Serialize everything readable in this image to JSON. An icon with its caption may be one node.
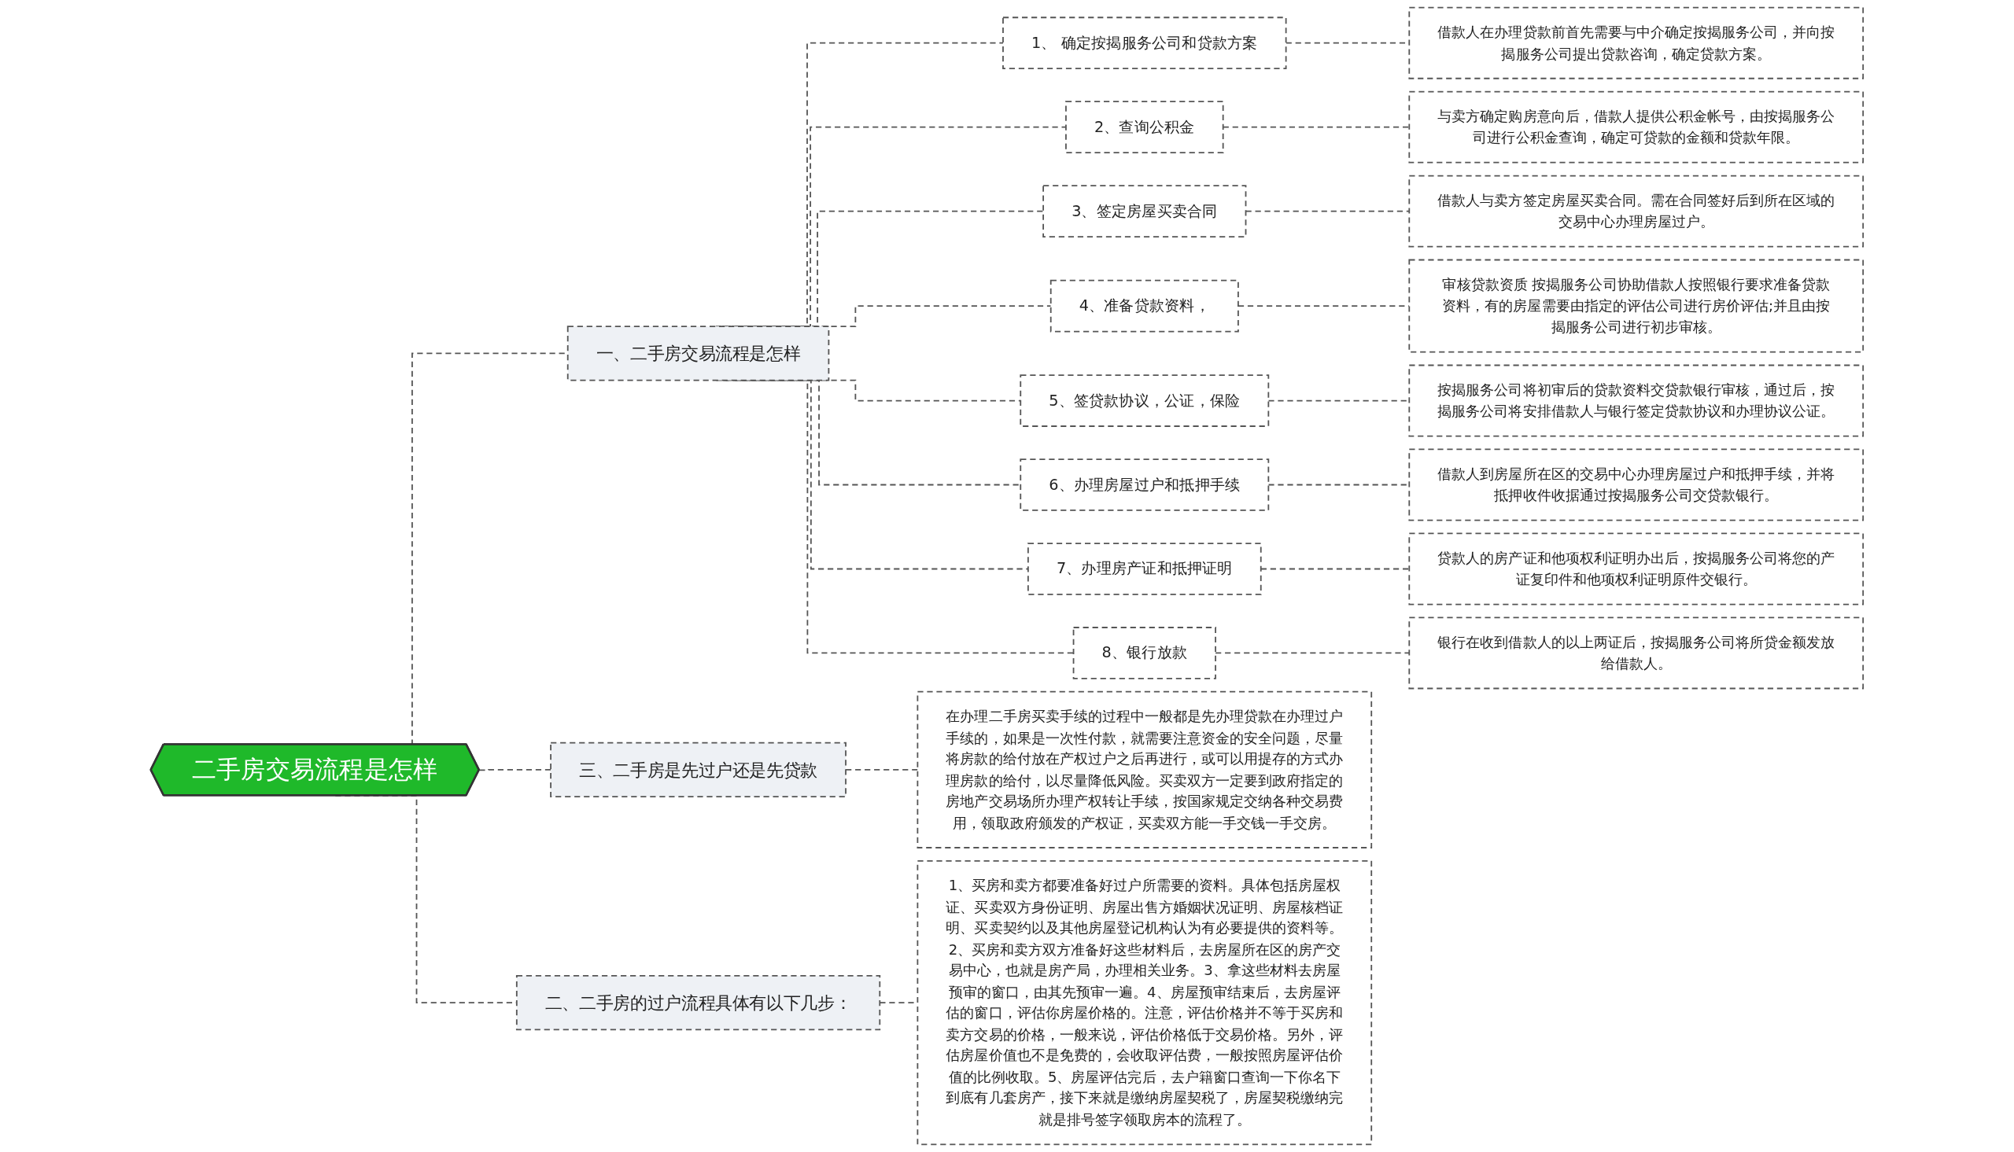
{
  "diagram": {
    "nodes": [
      {
        "text": [
          "二手房交易流程是怎样"
        ]
      },
      {
        "text": [
          "一、二手房交易流程是怎样"
        ]
      },
      {
        "text": [
          "1、 确定按揭服务公司和贷款方案"
        ]
      },
      {
        "text": [
          "借款人在办理贷款前首先需要与中介确定按揭服务公司，并向按揭服务公司提出贷款咨询，确定贷款方案。"
        ]
      },
      {
        "text": [
          "2、查询公积金"
        ]
      },
      {
        "text": [
          "与卖方确定购房意向后，借款人提供公积金帐号，由按揭服务公司进行公积金查询，确定可贷款的金额和贷款年限。"
        ]
      },
      {
        "text": [
          "3、签定房屋买卖合同"
        ]
      },
      {
        "text": [
          "借款人与卖方签定房屋买卖合同。需在合同签好后到所在区域的交易中心办理房屋过户。"
        ]
      },
      {
        "text": [
          "4、准备贷款资料，"
        ]
      },
      {
        "text": [
          "审核贷款资质 按揭服务公司协助借款人按照银行要求准备贷款资料，有的房屋需要由指定的评估公司进行房价评估;并且由按揭服务公司进行初步审核。"
        ]
      },
      {
        "text": [
          "5、签贷款协议，公证，保险"
        ]
      },
      {
        "text": [
          "按揭服务公司将初审后的贷款资料交贷款银行审核，通过后，按揭服务公司将安排借款人与银行签定贷款协议和办理协议公证。"
        ]
      },
      {
        "text": [
          "6、办理房屋过户和抵押手续"
        ]
      },
      {
        "text": [
          "借款人到房屋所在区的交易中心办理房屋过户和抵押手续，并将抵押收件收据通过按揭服务公司交贷款银行。"
        ]
      },
      {
        "text": [
          "7、办理房产证和抵押证明"
        ]
      },
      {
        "text": [
          "贷款人的房产证和他项权利证明办出后，按揭服务公司将您的产证复印件和他项权利证明原件交银行。"
        ]
      },
      {
        "text": [
          "8、银行放款"
        ]
      },
      {
        "text": [
          "银行在收到借款人的以上两证后，按揭服务公司将所贷金额发放给借款人。"
        ]
      },
      {
        "text": [
          "三、二手房是先过户还是先贷款"
        ]
      },
      {
        "text": [
          "在办理二手房买卖手续的过程中一般都是先办理贷款在办理过户手续的，如果是一次性付款，就需要注意资金的安全问题，尽量将房款的给付放在产权过户之后再进行，或可以用提存的方式办理房款的给付，以尽量降低风险。买卖双方一定要到政府指定的房地产交易场所办理产权转让手续，按国家规定交纳各种交易费用，领取政府颁发的产权证，买卖双方能一手交钱一手交房。"
        ]
      },
      {
        "text": [
          "二、二手房的过户流程具体有以下几步："
        ]
      },
      {
        "text": [
          "1、买房和卖方都要准备好过户所需要的资料。具体包括房屋权证、买卖双方身份证明、房屋出售方婚姻状况证明、房屋核档证明、买卖契约以及其他房屋登记机构认为有必要提供的资料等。2、买房和卖方双方准备好这些材料后，去房屋所在区的房产交易中心，也就是房产局，办理相关业务。3、拿这些材料去房屋预审的窗口，由其先预审一遍。4、房屋预审结束后，去房屋评估的窗口，评估你房屋价格的。注意，评估价格并不等于买房和卖方交易的价格，一般来说，评估价格低于交易价格。另外，评估房屋价值也不是免费的，会收取评估费，一般按照房屋评估价值的比例收取。5、房屋评估完后，去户籍窗口查询一下你名下到底有几套房产，接下来就是缴纳房屋契税了，房屋契税缴纳完就是排号签字领取房本的流程了。"
        ]
      }
    ],
    "edges": [
      {
        "from": 0,
        "to": 1,
        "arrow": "none",
        "style": "dashed"
      },
      {
        "from": 1,
        "to": 2,
        "arrow": "none",
        "style": "dashed"
      },
      {
        "from": 2,
        "to": 3,
        "arrow": "none",
        "style": "dashed"
      },
      {
        "from": 1,
        "to": 4,
        "arrow": "none",
        "style": "dashed"
      },
      {
        "from": 4,
        "to": 5,
        "arrow": "none",
        "style": "dashed"
      },
      {
        "from": 1,
        "to": 6,
        "arrow": "none",
        "style": "dashed"
      },
      {
        "from": 6,
        "to": 7,
        "arrow": "none",
        "style": "dashed"
      },
      {
        "from": 1,
        "to": 8,
        "arrow": "none",
        "style": "dashed"
      },
      {
        "from": 8,
        "to": 9,
        "arrow": "none",
        "style": "dashed"
      },
      {
        "from": 1,
        "to": 10,
        "arrow": "none",
        "style": "dashed"
      },
      {
        "from": 10,
        "to": 11,
        "arrow": "none",
        "style": "dashed"
      },
      {
        "from": 1,
        "to": 12,
        "arrow": "none",
        "style": "dashed"
      },
      {
        "from": 12,
        "to": 13,
        "arrow": "none",
        "style": "dashed"
      },
      {
        "from": 1,
        "to": 14,
        "arrow": "none",
        "style": "dashed"
      },
      {
        "from": 14,
        "to": 15,
        "arrow": "none",
        "style": "dashed"
      },
      {
        "from": 1,
        "to": 16,
        "arrow": "none",
        "style": "dashed"
      },
      {
        "from": 16,
        "to": 17,
        "arrow": "none",
        "style": "dashed"
      },
      {
        "from": 0,
        "to": 18,
        "arrow": "none",
        "style": "dashed"
      },
      {
        "from": 18,
        "to": 19,
        "arrow": "none",
        "style": "dashed"
      },
      {
        "from": 0,
        "to": 20,
        "arrow": "none",
        "style": "dashed"
      },
      {
        "from": 20,
        "to": 21,
        "arrow": "none",
        "style": "dashed"
      }
    ]
  }
}
